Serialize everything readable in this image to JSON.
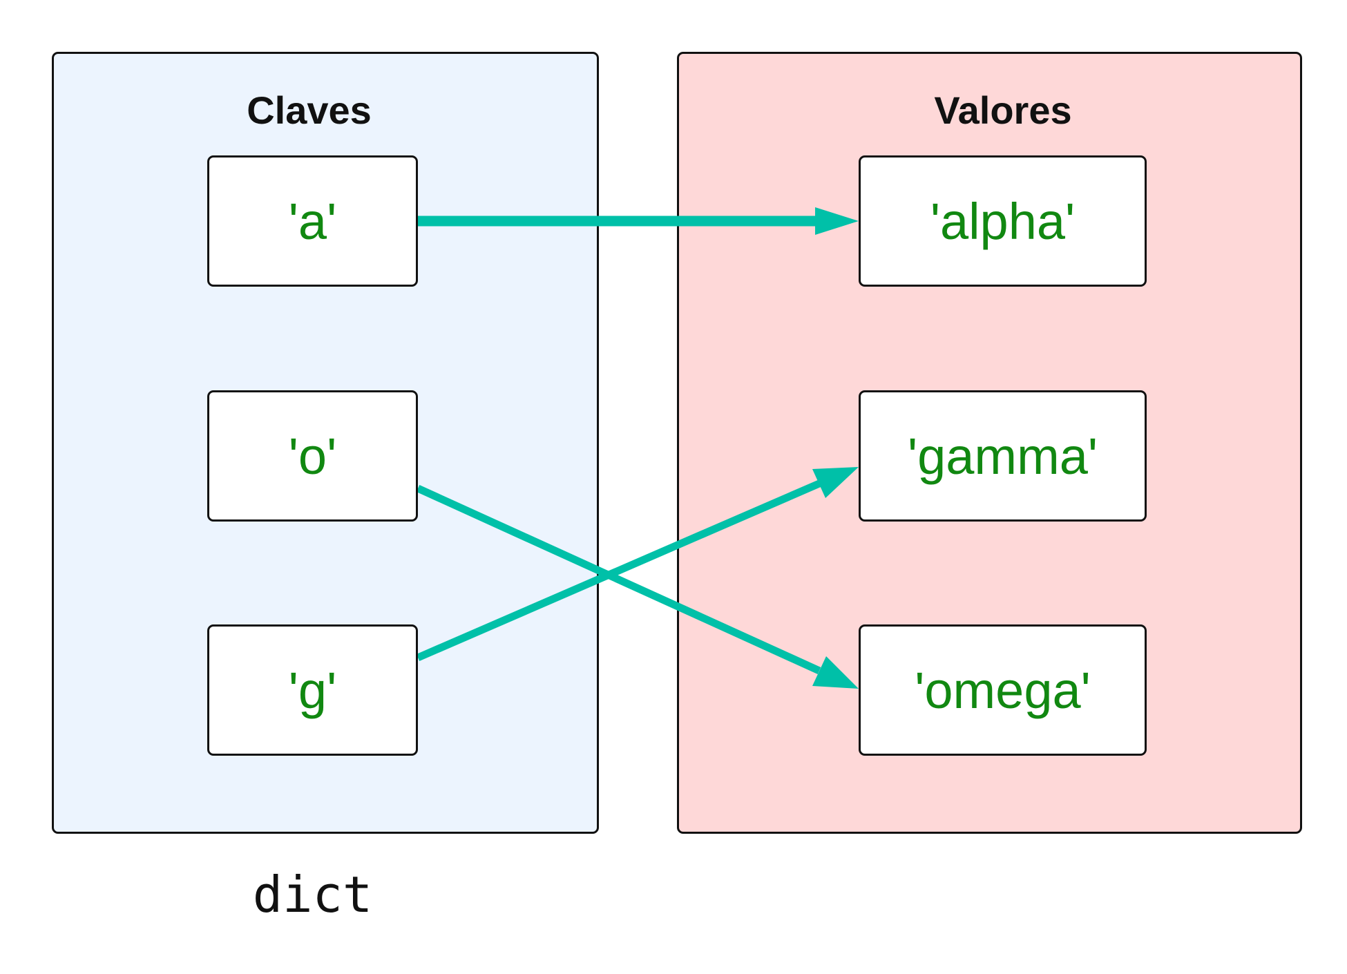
{
  "keys_panel": {
    "title": "Claves",
    "background": "#ecf4fe",
    "items": [
      "'a'",
      "'o'",
      "'g'"
    ]
  },
  "values_panel": {
    "title": "Valores",
    "background": "#fed8d8",
    "items": [
      "'alpha'",
      "'gamma'",
      "'omega'"
    ]
  },
  "mappings": [
    {
      "from": "'a'",
      "to": "'alpha'"
    },
    {
      "from": "'o'",
      "to": "'omega'"
    },
    {
      "from": "'g'",
      "to": "'gamma'"
    }
  ],
  "arrow_color": "#00c0a8",
  "string_color": "#118811",
  "caption": "dict"
}
